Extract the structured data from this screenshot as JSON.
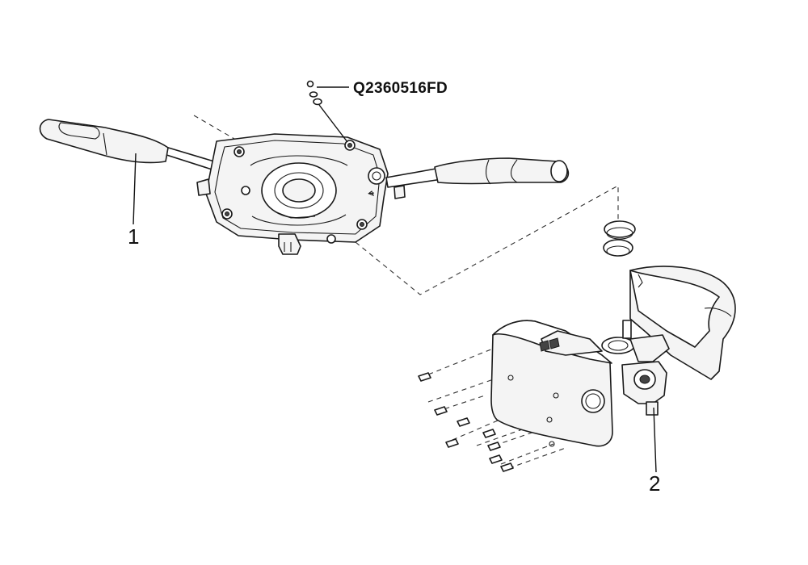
{
  "diagram": {
    "part_code_label": "Q2360516FD",
    "callouts": [
      {
        "id": "1",
        "label": "1"
      },
      {
        "id": "2",
        "label": "2"
      }
    ],
    "colors": {
      "line": "#1a1a1a",
      "fill": "#f4f4f4",
      "background": "#ffffff"
    }
  }
}
